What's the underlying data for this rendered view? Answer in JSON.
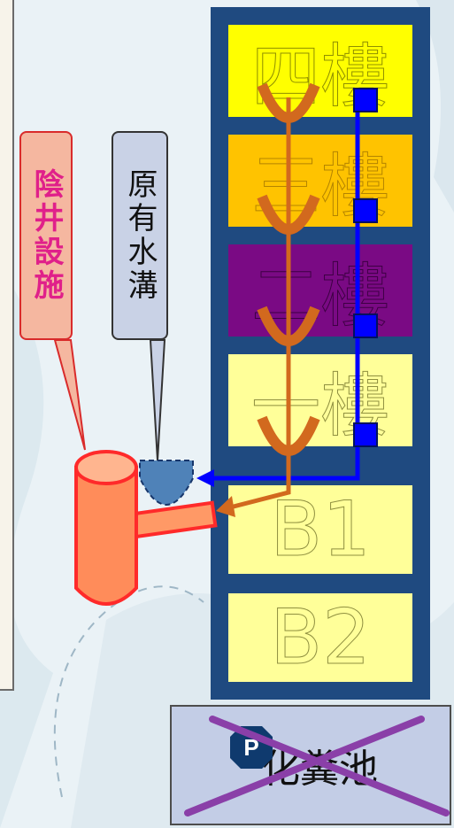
{
  "callouts": {
    "manhole": "陰井設施",
    "original_ditch": "原有水溝"
  },
  "floors": {
    "f4": "四樓",
    "f3": "三樓",
    "f2": "二樓",
    "f1": "一樓",
    "b1": "B1",
    "b2": "B2"
  },
  "septic": {
    "label": "化糞池",
    "parking_badge": "P"
  },
  "colors": {
    "building_frame": "#1f4a80",
    "sewer_pipe": "#d2691e",
    "rain_pipe": "#0000ff",
    "cross_mark": "#8a3fa8"
  }
}
